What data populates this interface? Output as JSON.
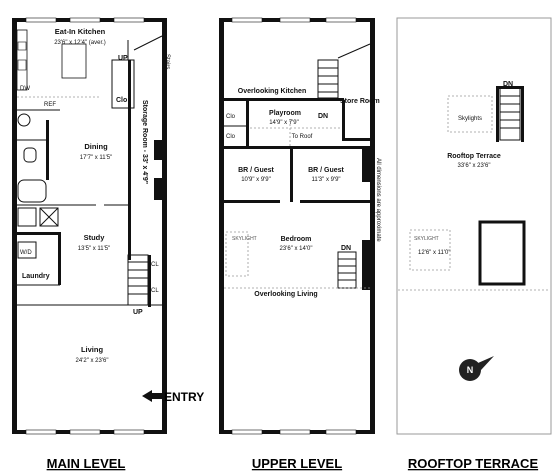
{
  "titles": {
    "main": "MAIN LEVEL",
    "upper": "UPPER LEVEL",
    "roof": "ROOFTOP TERRACE"
  },
  "main": {
    "kitchen_name": "Eat-In Kitchen",
    "kitchen_dim": "23'6\" x 12'4\" (aver.)",
    "stairs": "Stairs",
    "up": "UP",
    "clo": "Clo",
    "dw": "DW",
    "ref": "REF",
    "dining_name": "Dining",
    "dining_dim": "17'7\" x 11'5\"",
    "storage": "Storage Room - 33' x 4'9\"",
    "study_name": "Study",
    "study_dim": "13'5\" x 11'5\"",
    "wd": "W/D",
    "laundry": "Laundry",
    "cl1": "CL",
    "cl2": "CL",
    "up2": "UP",
    "living_name": "Living",
    "living_dim": "24'2\" x 23'6\"",
    "entry": "ENTRY"
  },
  "upper": {
    "overlooking_kitchen": "Overlooking Kitchen",
    "store_room": "Store Room",
    "clo1": "Clo",
    "clo2": "Clo",
    "playroom_name": "Playroom",
    "playroom_dim": "14'9\" x 7'9\"",
    "dn": "DN",
    "to_roof": "To Roof",
    "br1_name": "BR / Guest",
    "br1_dim": "10'9\" x 9'9\"",
    "br2_name": "BR / Guest",
    "br2_dim": "11'3\" x 9'9\"",
    "note": "All dimensions are approximate",
    "skylight": "SKYLIGHT",
    "bedroom_name": "Bedroom",
    "bedroom_dim": "23'6\" x 14'0\"",
    "dn2": "DN",
    "overlooking_living": "Overlooking Living"
  },
  "roof": {
    "dn": "DN",
    "skylights": "Skylights",
    "terrace_name": "Rooftop Terrace",
    "terrace_dim": "33'6\" x 23'6\"",
    "skylight": "SKYLIGHT",
    "skylight_dim": "12'6\" x 11'0\"",
    "north": "N"
  }
}
